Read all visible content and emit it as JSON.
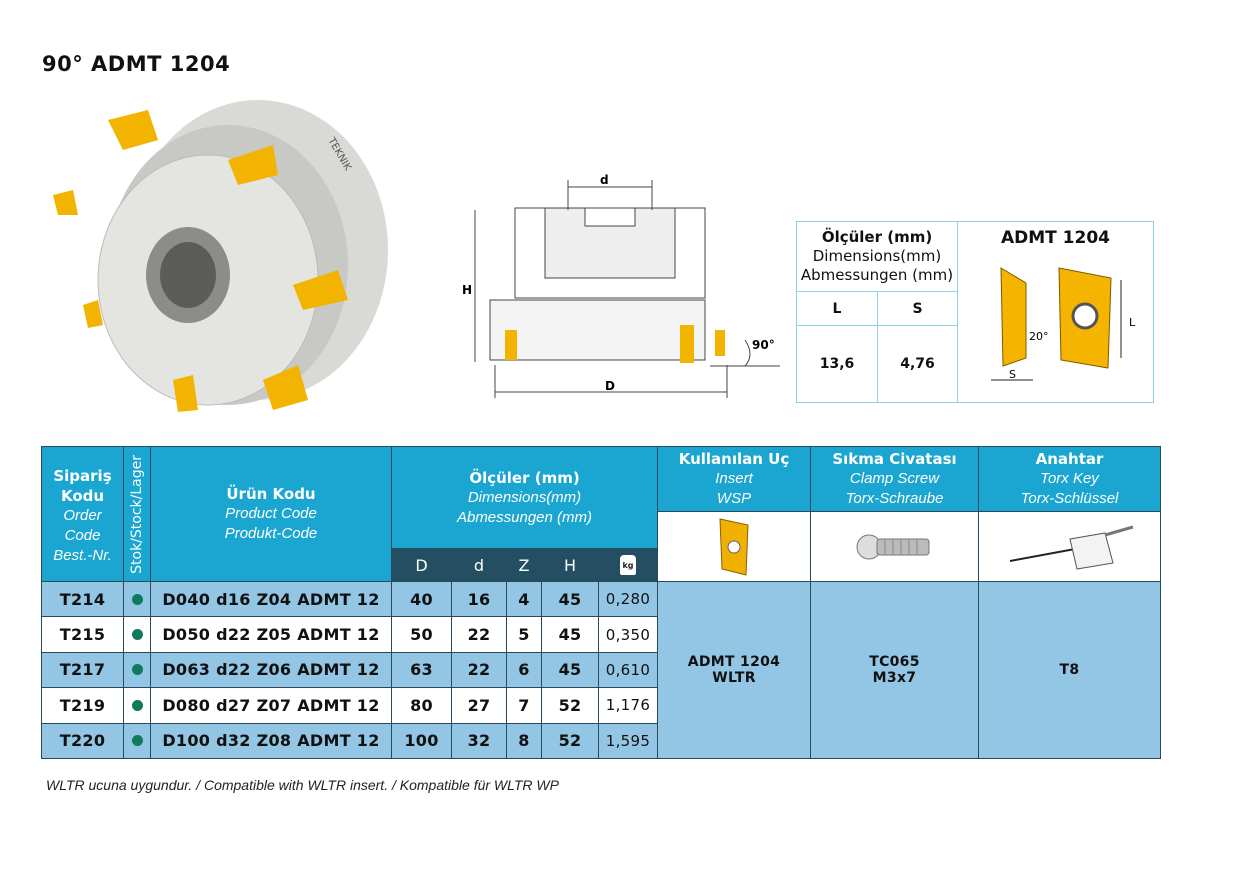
{
  "title": "90° ADMT 1204",
  "drawing": {
    "d": "d",
    "H": "H",
    "D": "D",
    "angle": "90°"
  },
  "spec": {
    "h1": "Ölçüler (mm)",
    "h2": "Dimensions(mm)",
    "h3": "Abmessungen (mm)",
    "insert": "ADMT 1204",
    "L": "L",
    "S": "S",
    "L_val": "13,6",
    "S_val": "4,76",
    "angle": "20°"
  },
  "table": {
    "order": {
      "tr": [
        "Sipariş",
        "Kodu"
      ],
      "en": [
        "Order",
        "Code"
      ],
      "de": "Best.-Nr."
    },
    "stock": "Stok/Stock/Lager",
    "product": {
      "tr": "Ürün Kodu",
      "en": "Product Code",
      "de": "Produkt-Code"
    },
    "dims": {
      "tr": "Ölçüler (mm)",
      "en": "Dimensions(mm)",
      "de": "Abmessungen (mm)",
      "cols": [
        "D",
        "d",
        "Z",
        "H"
      ],
      "weight": "kg"
    },
    "insert": {
      "tr": "Kullanılan Uç",
      "en": "Insert",
      "de": "WSP",
      "value": [
        "ADMT 1204",
        "WLTR"
      ]
    },
    "clamp": {
      "tr": "Sıkma Civatası",
      "en": "Clamp Screw",
      "de": "Torx-Schraube",
      "value": [
        "TC065",
        "M3x7"
      ]
    },
    "key": {
      "tr": "Anahtar",
      "en": "Torx Key",
      "de": "Torx-Schlüssel",
      "value": "T8"
    },
    "rows": [
      {
        "code": "T214",
        "product": "D040 d16 Z04 ADMT 12",
        "D": "40",
        "d": "16",
        "Z": "4",
        "H": "45",
        "kg": "0,280"
      },
      {
        "code": "T215",
        "product": "D050 d22 Z05 ADMT 12",
        "D": "50",
        "d": "22",
        "Z": "5",
        "H": "45",
        "kg": "0,350"
      },
      {
        "code": "T217",
        "product": "D063 d22 Z06 ADMT 12",
        "D": "63",
        "d": "22",
        "Z": "6",
        "H": "45",
        "kg": "0,610"
      },
      {
        "code": "T219",
        "product": "D080 d27 Z07 ADMT 12",
        "D": "80",
        "d": "27",
        "Z": "7",
        "H": "52",
        "kg": "1,176"
      },
      {
        "code": "T220",
        "product": "D100 d32 Z08 ADMT 12",
        "D": "100",
        "d": "32",
        "Z": "8",
        "H": "52",
        "kg": "1,595"
      }
    ]
  },
  "footnote": "WLTR ucuna uygundur. / Compatible with WLTR insert. / Kompatible für WLTR WP",
  "colors": {
    "header": "#1aa6d1",
    "subheader": "#244f63",
    "row_alt": "#92c6e4",
    "stock_dot": "#0f7a5c",
    "insert": "#f5b400"
  }
}
